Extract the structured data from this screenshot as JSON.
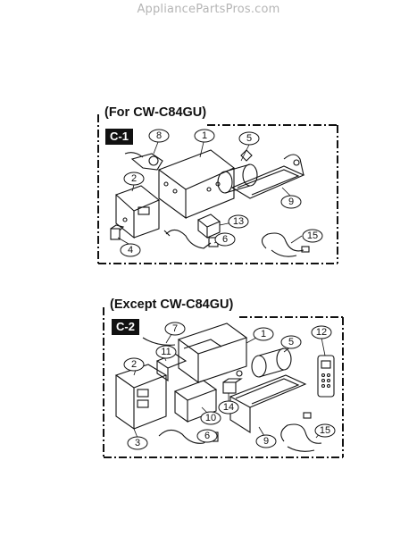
{
  "watermark": "AppliancePartsPros.com",
  "section_1": {
    "title": "(For CW-C84GU)",
    "code": "C-1",
    "callouts": [
      "8",
      "1",
      "5",
      "2",
      "9",
      "13",
      "6",
      "15",
      "4"
    ]
  },
  "section_2": {
    "title": "(Except CW-C84GU)",
    "code": "C-2",
    "callouts": [
      "7",
      "1",
      "5",
      "12",
      "11",
      "2",
      "14",
      "10",
      "3",
      "6",
      "9",
      "15"
    ]
  }
}
